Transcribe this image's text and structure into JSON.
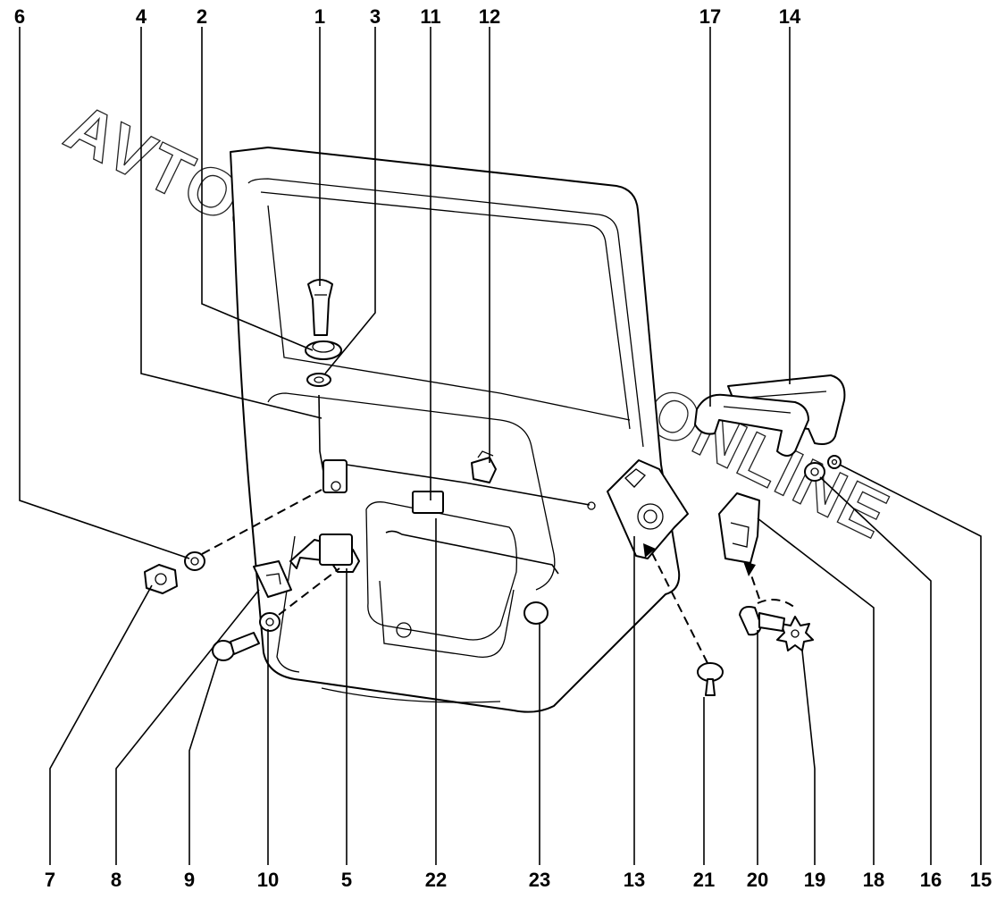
{
  "title": "Rear door lock mechanism exploded view",
  "watermark": "AVTOSKAZKA.ACT.ONLINE",
  "callouts_top": [
    {
      "id": "c6",
      "label": "6"
    },
    {
      "id": "c4",
      "label": "4"
    },
    {
      "id": "c2",
      "label": "2"
    },
    {
      "id": "c1",
      "label": "1"
    },
    {
      "id": "c3",
      "label": "3"
    },
    {
      "id": "c11",
      "label": "11"
    },
    {
      "id": "c12",
      "label": "12"
    },
    {
      "id": "c17",
      "label": "17"
    },
    {
      "id": "c14",
      "label": "14"
    }
  ],
  "callouts_bottom": [
    {
      "id": "c7",
      "label": "7"
    },
    {
      "id": "c8",
      "label": "8"
    },
    {
      "id": "c9",
      "label": "9"
    },
    {
      "id": "c10",
      "label": "10"
    },
    {
      "id": "c5",
      "label": "5"
    },
    {
      "id": "c22",
      "label": "22"
    },
    {
      "id": "c23",
      "label": "23"
    },
    {
      "id": "c13",
      "label": "13"
    },
    {
      "id": "c21",
      "label": "21"
    },
    {
      "id": "c20",
      "label": "20"
    },
    {
      "id": "c19",
      "label": "19"
    },
    {
      "id": "c18",
      "label": "18"
    },
    {
      "id": "c16",
      "label": "16"
    },
    {
      "id": "c15",
      "label": "15"
    }
  ]
}
